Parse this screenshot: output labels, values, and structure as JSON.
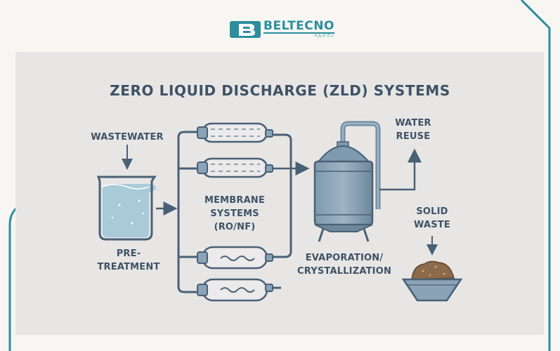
{
  "logo": {
    "name": "BELTECNO",
    "subtitle": "ベルテクノ"
  },
  "title": "ZERO LIQUID DISCHARGE (ZLD) SYSTEMS",
  "labels": {
    "wastewater": "WASTEWATER",
    "pretreatment_1": "PRE-",
    "pretreatment_2": "TREATMENT",
    "membrane_1": "MEMBRANE",
    "membrane_2": "SYSTEMS",
    "membrane_3": "(RO/NF)",
    "evaporation_1": "EVAPORATION/",
    "evaporation_2": "CRYSTALLIZATION",
    "water_reuse_1": "WATER",
    "water_reuse_2": "REUSE",
    "solid_waste_1": "SOLID",
    "solid_waste_2": "WASTE"
  },
  "colors": {
    "brand": "#2c8e9c",
    "text": "#3f5266",
    "pipe": "#4a6076",
    "panel": "#e7e6e4",
    "water": "#a8cad9"
  }
}
